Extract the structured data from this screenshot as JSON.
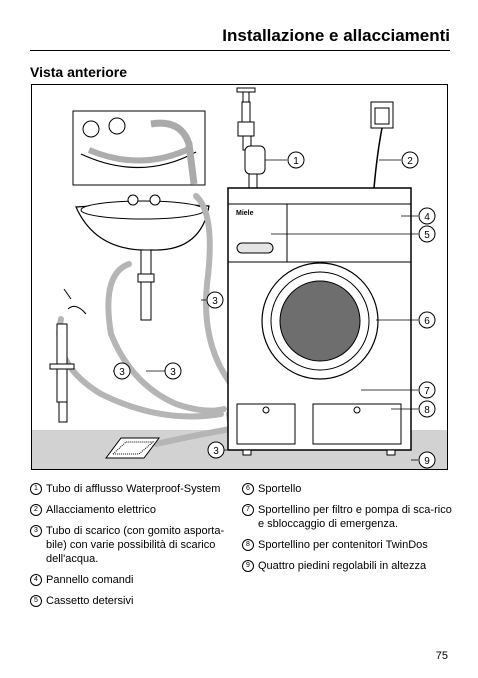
{
  "header": {
    "title": "Installazione e allacciamenti"
  },
  "section": {
    "title": "Vista anteriore"
  },
  "figure": {
    "brand": "Miele",
    "callouts": [
      "1",
      "2",
      "3",
      "4",
      "5",
      "6",
      "7",
      "8",
      "9"
    ]
  },
  "legend": {
    "left": [
      {
        "n": "1",
        "text": "Tubo di afflusso Waterproof-System"
      },
      {
        "n": "2",
        "text": "Allacciamento elettrico"
      },
      {
        "n": "3",
        "text": "Tubo di scarico (con gomito asporta-bile) con varie possibilità di scarico dell'acqua."
      },
      {
        "n": "4",
        "text": "Pannello comandi"
      },
      {
        "n": "5",
        "text": "Cassetto detersivi"
      }
    ],
    "right": [
      {
        "n": "6",
        "text": "Sportello"
      },
      {
        "n": "7",
        "text": "Sportellino per filtro e pompa di sca-rico e sbloccaggio di emergenza."
      },
      {
        "n": "8",
        "text": "Sportellino per contenitori TwinDos"
      },
      {
        "n": "9",
        "text": "Quattro piedini regolabili in altezza"
      }
    ]
  },
  "page_number": "75"
}
